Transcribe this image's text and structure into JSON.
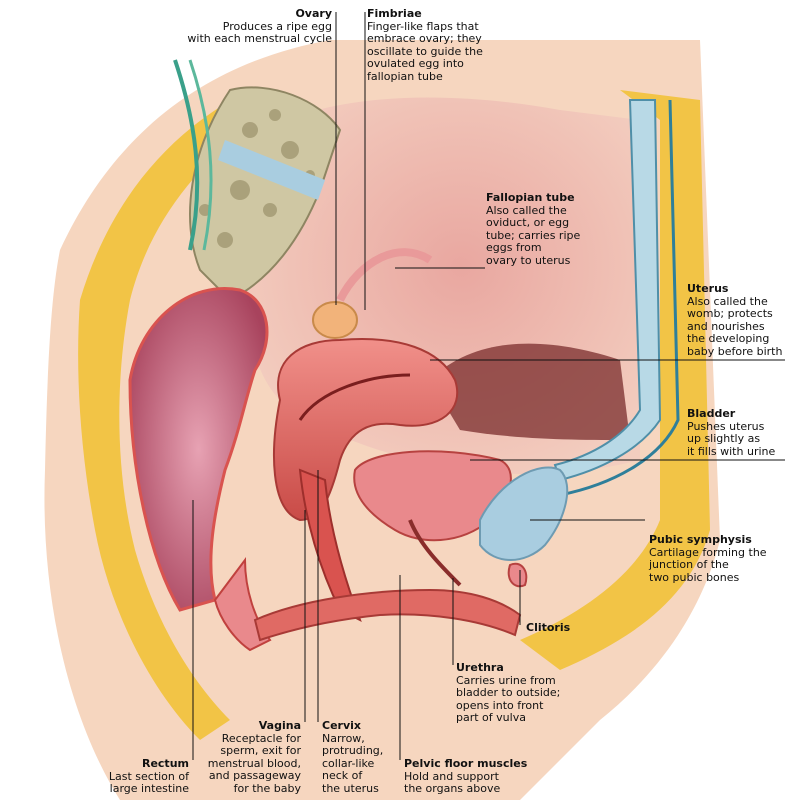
{
  "labels": {
    "ovary": {
      "title": "Ovary",
      "desc": "Produces a ripe egg\nwith each menstrual cycle"
    },
    "fimbriae": {
      "title": "Fimbriae",
      "desc": "Finger-like flaps that\nembrace ovary; they\noscillate to guide the\novulated egg into\nfallopian tube"
    },
    "fallopian_tube": {
      "title": "Fallopian tube",
      "desc": "Also called the\noviduct, or egg\ntube; carries ripe\neggs from\novary to uterus"
    },
    "uterus": {
      "title": "Uterus",
      "desc": "Also called the\nwomb; protects\nand nourishes\nthe developing\nbaby before birth"
    },
    "bladder": {
      "title": "Bladder",
      "desc": "Pushes uterus\nup slightly as\nit fills with urine"
    },
    "pubic_symphysis": {
      "title": "Pubic symphysis",
      "desc": "Cartilage forming the\njunction of the\ntwo pubic bones"
    },
    "clitoris": {
      "title": "Clitoris",
      "desc": ""
    },
    "urethra": {
      "title": "Urethra",
      "desc": "Carries urine from\nbladder to outside;\nopens into front\npart of vulva"
    },
    "pelvic_floor": {
      "title": "Pelvic floor muscles",
      "desc": "Hold and support\nthe organs above"
    },
    "cervix": {
      "title": "Cervix",
      "desc": "Narrow,\nprotruding,\ncollar-like\nneck of\nthe uterus"
    },
    "vagina": {
      "title": "Vagina",
      "desc": "Receptacle for\nsperm, exit for\nmenstrual blood,\nand passageway\nfor the baby"
    },
    "rectum": {
      "title": "Rectum",
      "desc": "Last section of\nlarge intestine"
    }
  },
  "colors": {
    "skin": "#f6d6bf",
    "fat": "#f2c446",
    "muscle": "#d9534f",
    "organ_pink": "#e9898c",
    "bone": "#cfc7a3",
    "cartilage": "#a9cde0",
    "nerve": "#3aa08a"
  }
}
